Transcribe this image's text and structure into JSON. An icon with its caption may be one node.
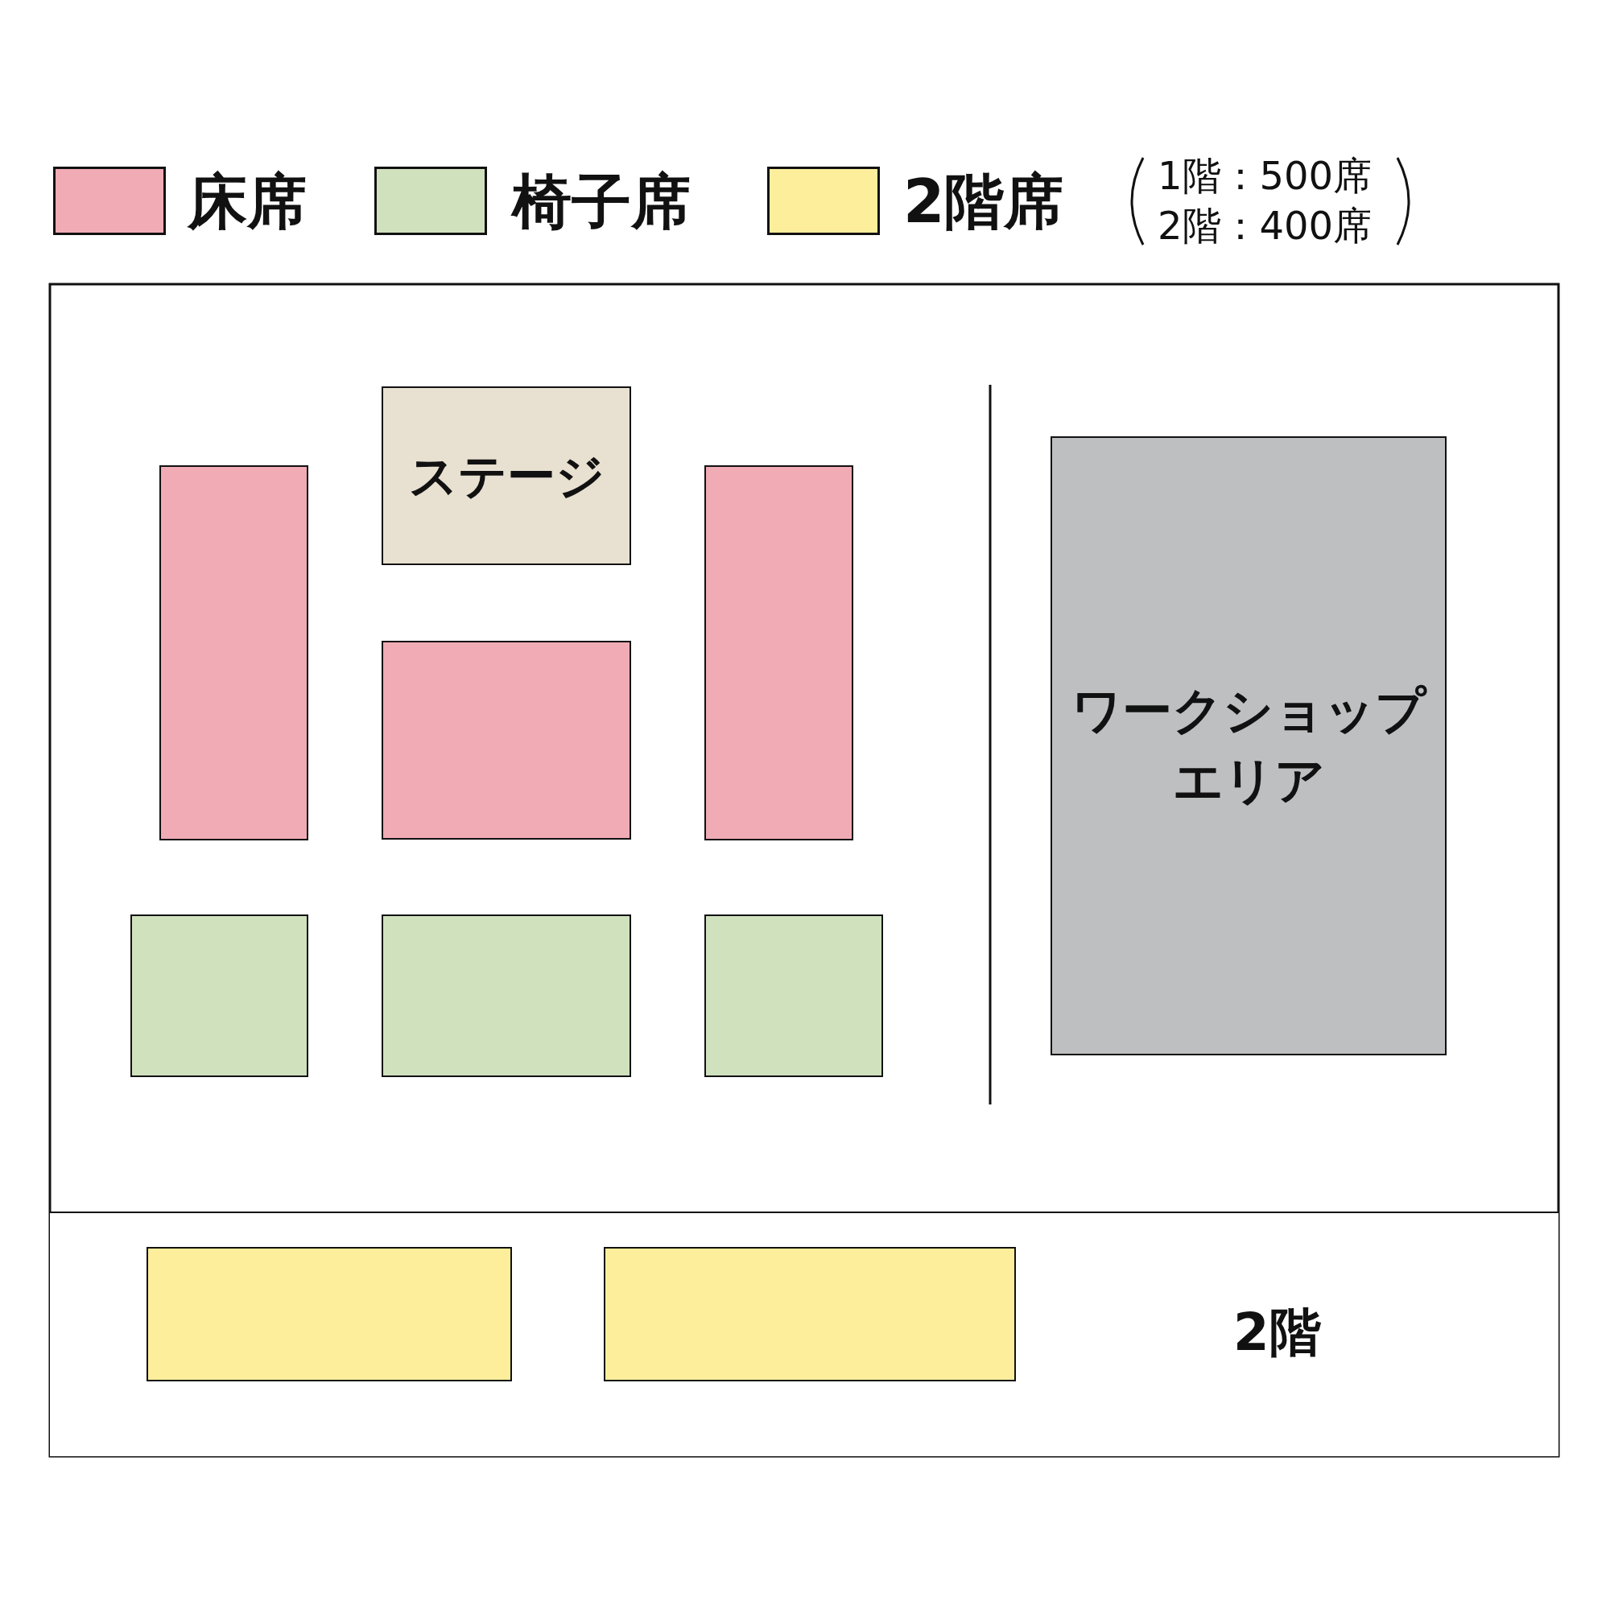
{
  "diagram": {
    "nodes": [
      {
        "text": [
          "ステージ"
        ]
      },
      {
        "text": [],
        "shape": "box"
      },
      {
        "text": [],
        "shape": "box"
      },
      {
        "text": [
          "ワークショップエリア"
        ]
      },
      {
        "text": [],
        "shape": "box"
      },
      {
        "text": [],
        "shape": "box"
      },
      {
        "text": [],
        "shape": "box"
      },
      {
        "text": [],
        "shape": "box"
      },
      {
        "text": [
          "2階"
        ]
      },
      {
        "text": [],
        "shape": "box",
        "in": 8
      },
      {
        "text": [],
        "shape": "box",
        "in": 8
      }
    ],
    "edges": [],
    "labels": [
      "1階：500席",
      "2階：400席"
    ],
    "legend": [
      {
        "text": "床席",
        "color": "#f0abb5"
      },
      {
        "text": "椅子席",
        "color": "#d0e1bd"
      },
      {
        "text": "2階席",
        "color": "#fdee9b"
      }
    ]
  }
}
